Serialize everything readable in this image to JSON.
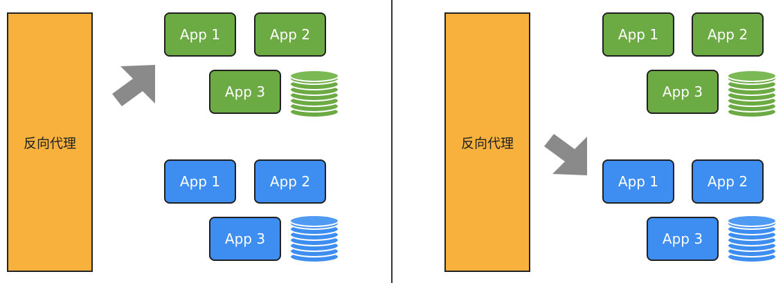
{
  "colors": {
    "proxy": "#f7b13c",
    "green": "#6caa44",
    "blue": "#3d8ef0",
    "arrow": "#8a8a8a",
    "border": "#1f1f1f"
  },
  "left_panel": {
    "proxy_label": "反向代理",
    "arrow_target": "green",
    "green_group": {
      "app1": "App 1",
      "app2": "App 2",
      "app3": "App 3",
      "db_icon": "database-icon"
    },
    "blue_group": {
      "app1": "App 1",
      "app2": "App 2",
      "app3": "App 3",
      "db_icon": "database-icon"
    }
  },
  "right_panel": {
    "proxy_label": "反向代理",
    "arrow_target": "blue",
    "green_group": {
      "app1": "App 1",
      "app2": "App 2",
      "app3": "App 3",
      "db_icon": "database-icon"
    },
    "blue_group": {
      "app1": "App 1",
      "app2": "App 2",
      "app3": "App 3",
      "db_icon": "database-icon"
    }
  }
}
